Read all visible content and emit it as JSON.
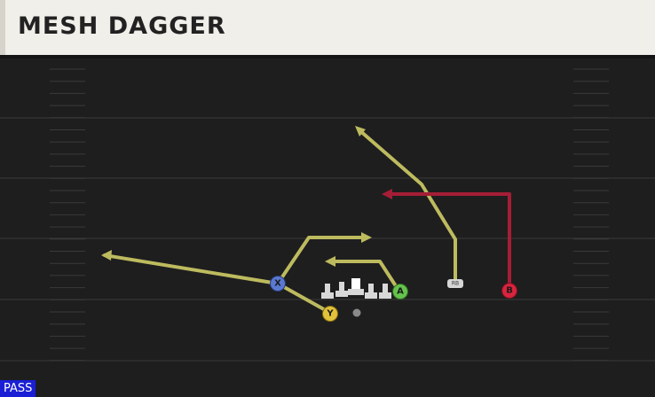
{
  "play": {
    "title": "MESH DAGGER",
    "type_badge": "PASS"
  },
  "colors": {
    "route_yellow": "#bdbb5e",
    "route_red": "#a51e36",
    "player_blue": "#5a79d2",
    "player_yellow": "#e3c23b",
    "player_green": "#66c24e",
    "player_red": "#d8243e",
    "field": "#1e1e1f",
    "badge": "#1a1fd6"
  },
  "players": {
    "x": "X",
    "y": "Y",
    "a": "A",
    "b": "B",
    "rb": "RB"
  }
}
